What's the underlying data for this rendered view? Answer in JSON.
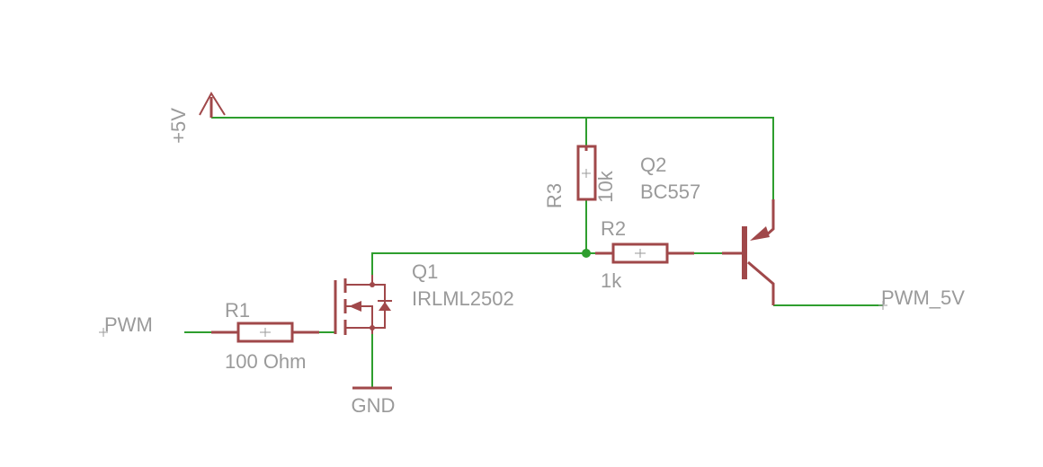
{
  "nets": {
    "supply": "+5V",
    "input": "PWM",
    "output": "PWM_5V",
    "ground": "GND"
  },
  "components": {
    "r1": {
      "name": "R1",
      "value": "100 Ohm"
    },
    "r2": {
      "name": "R2",
      "value": "1k"
    },
    "r3": {
      "name": "R3",
      "value": "10k"
    },
    "q1": {
      "name": "Q1",
      "value": "IRLML2502"
    },
    "q2": {
      "name": "Q2",
      "value": "BC557"
    }
  },
  "colors": {
    "wire": "#2e9e2e",
    "symbol": "#a0484a",
    "text": "#9a9a9a",
    "background": "#ffffff"
  }
}
